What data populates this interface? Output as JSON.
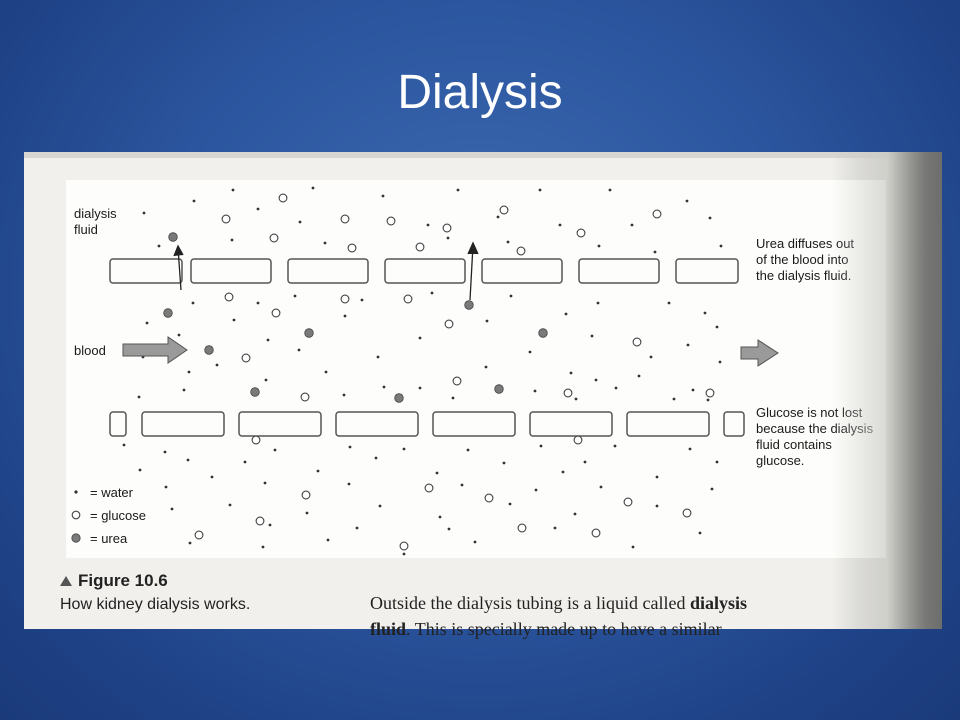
{
  "slide": {
    "title": "Dialysis"
  },
  "diagram": {
    "labels": {
      "dialysis_fluid_1": "dialysis",
      "dialysis_fluid_2": "fluid",
      "blood": "blood",
      "urea_note_1": "Urea diffuses out",
      "urea_note_2": "of the blood into",
      "urea_note_3": "the dialysis fluid.",
      "glucose_note_1": "Glucose is not lost",
      "glucose_note_2": "because the dialysis",
      "glucose_note_3": "fluid contains",
      "glucose_note_4": "glucose."
    },
    "legend": [
      {
        "symbol": "water-dot",
        "text": "=  water"
      },
      {
        "symbol": "glucose-circle",
        "text": "=  glucose"
      },
      {
        "symbol": "urea-dot",
        "text": "=  urea"
      }
    ]
  },
  "caption": {
    "figure_number": "Figure 10.6",
    "text": "How kidney dialysis works."
  },
  "body": {
    "line1_prefix": "Outside the dialysis tubing is a liquid called ",
    "line1_bold": "dialysis",
    "line2_bold": "fluid",
    "line2_suffix": ". This is specially made up to have a similar"
  },
  "colors": {
    "background": "#2c57a0",
    "urea": "#7a7a7a",
    "glucose_outline": "#444444",
    "membrane": "#555555"
  }
}
